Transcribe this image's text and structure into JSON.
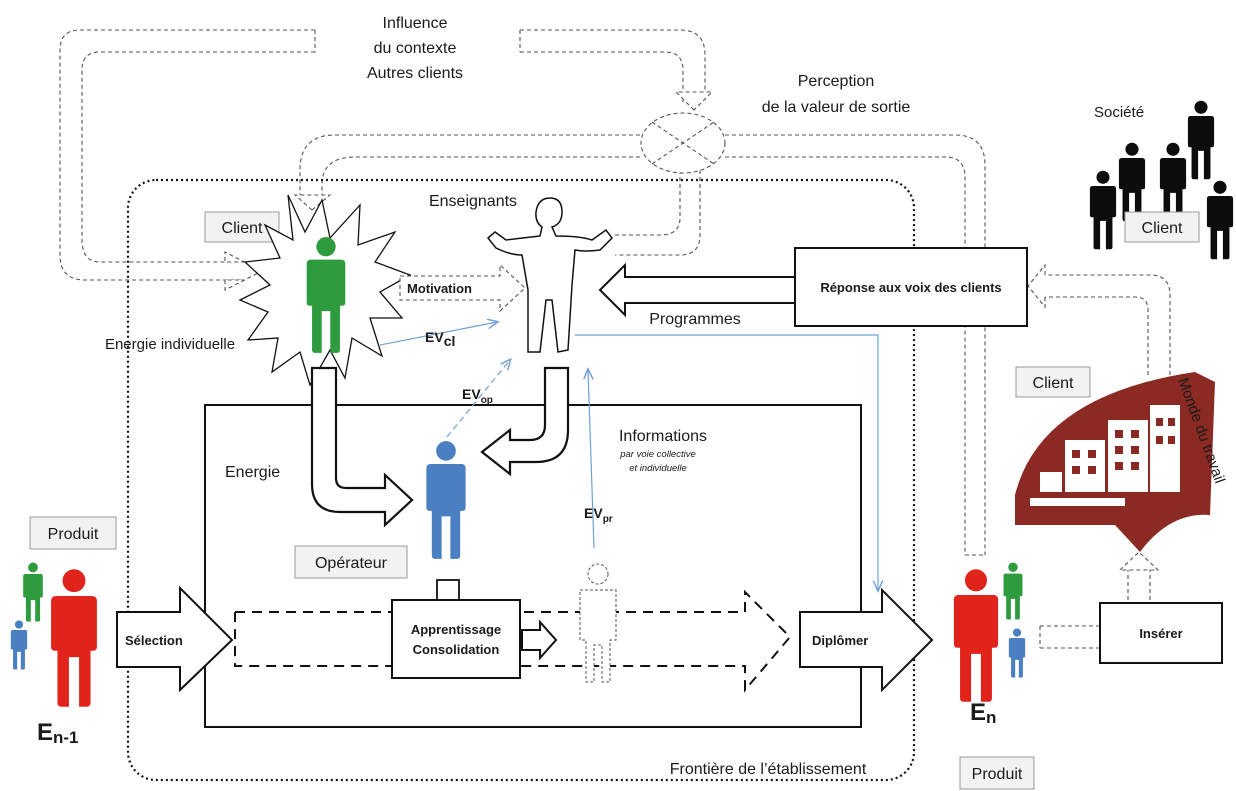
{
  "labels": {
    "influence_line1": "Influence",
    "influence_line2": "du contexte",
    "influence_line3": "Autres clients",
    "perception_line1": "Perception",
    "perception_line2": "de la valeur de sortie",
    "societe": "Société",
    "client_left": "Client",
    "client_right_top": "Client",
    "client_right_mid": "Client",
    "enseignants": "Enseignants",
    "motivation": "Motivation",
    "ev_cl_main": "EV",
    "ev_cl_sub": "cl",
    "ev_op_main": "EV",
    "ev_op_sub": "op",
    "ev_pr_main": "EV",
    "ev_pr_sub": "pr",
    "energie_individuelle": "Energie individuelle",
    "programmes": "Programmes",
    "reponse": "Réponse aux voix des clients",
    "informations": "Informations",
    "informations_sub1": "par voie collective",
    "informations_sub2": "et individuelle",
    "energie": "Energie",
    "monde_du_travail": "Monde du travail",
    "produit_left": "Produit",
    "produit_right": "Produit",
    "operateur": "Opérateur",
    "selection": "Sélection",
    "apprentissage_line1": "Apprentissage",
    "apprentissage_line2": "Consolidation",
    "diplomer": "Diplômer",
    "inserer": "Insérer",
    "e_left_main": "E",
    "e_left_sub": "n-1",
    "e_right_main": "E",
    "e_right_sub": "n",
    "frontiere": "Frontière de l’établissement"
  },
  "colors": {
    "green": "#2e9b3f",
    "blue": "#4a7fc1",
    "red": "#e0241c",
    "black": "#0d0d0d",
    "building": "#8b2a22",
    "light_blue_line": "#6fa0d6"
  },
  "icons": {
    "person": "person-icon",
    "building": "building-icon"
  }
}
